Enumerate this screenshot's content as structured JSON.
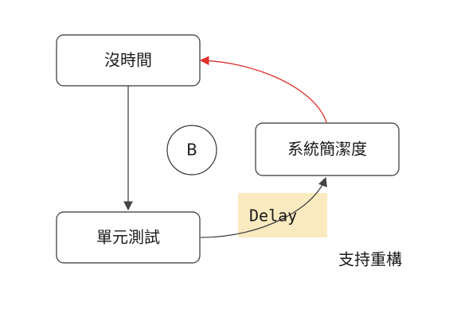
{
  "nodes": {
    "no_time": "沒時間",
    "unit_test": "單元測試",
    "system_cleanliness": "系統簡潔度",
    "b_marker": "B"
  },
  "labels": {
    "delay": "Delay",
    "support_refactor": "支持重構"
  },
  "colors": {
    "edge_default": "#444444",
    "edge_feedback": "#e0302a",
    "delay_highlight": "#fbeac0",
    "node_border": "#333333"
  }
}
